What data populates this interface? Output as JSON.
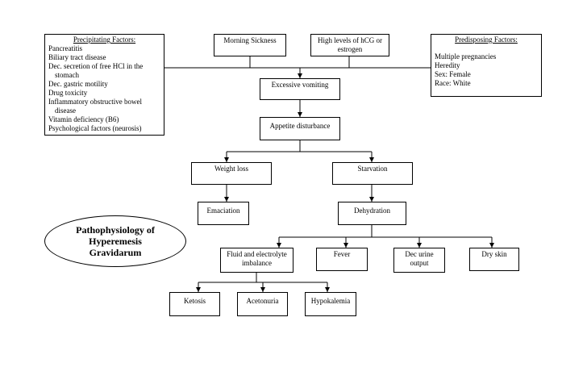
{
  "precipitating": {
    "title": "Precipitating Factors:",
    "items": [
      "Pancreatitis",
      "Biliary tract disease",
      "Dec. secretion of free HCl in the stomach",
      "Dec. gastric motility",
      "Drug toxicity",
      "Inflammatory obstructive bowel disease",
      "Vitamin deficiency (B6)",
      "Psychological factors (neurosis)"
    ]
  },
  "predisposing": {
    "title": "Predisposing Factors:",
    "items": [
      "Multiple pregnancies",
      "Heredity",
      "Sex: Female",
      "Race: White"
    ]
  },
  "nodes": {
    "morning_sickness": "Morning Sickness",
    "hcg": "High levels of hCG or estrogen",
    "vomiting": "Excessive vomiting",
    "appetite": "Appetite disturbance",
    "weight_loss": "Weight loss",
    "starvation": "Starvation",
    "emaciation": "Emaciation",
    "dehydration": "Dehydration",
    "fluid": "Fluid and electrolyte imbalance",
    "fever": "Fever",
    "urine": "Dec urine output",
    "dry_skin": "Dry skin",
    "ketosis": "Ketosis",
    "acetonuria": "Acetonuria",
    "hypokalemia": "Hypokalemia"
  },
  "title_oval": "Pathophysiology of Hyperemesis Gravidarum"
}
